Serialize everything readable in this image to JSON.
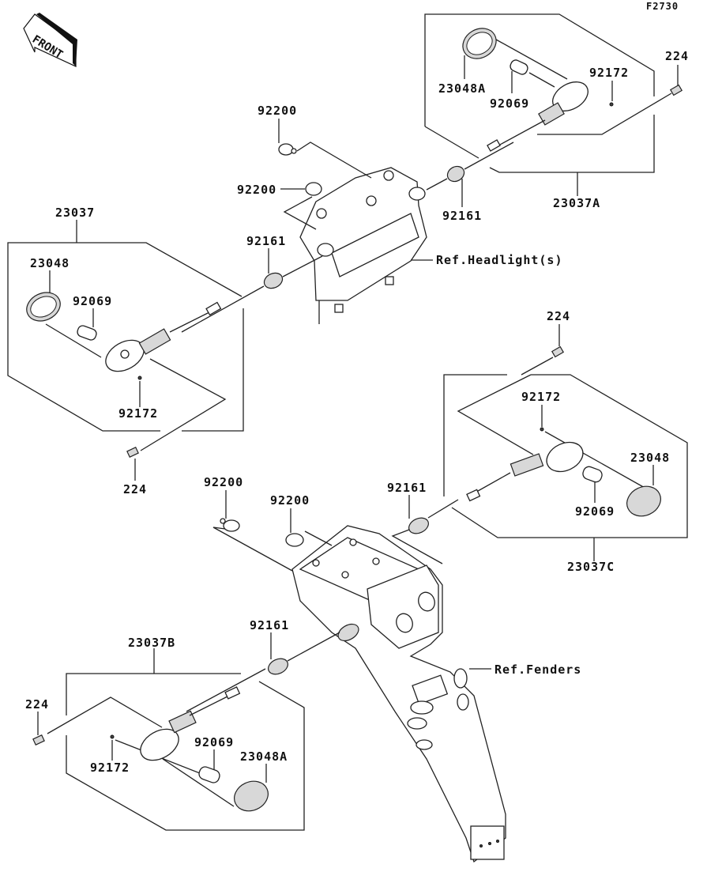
{
  "diagram": {
    "figure_code": "F2730",
    "front_label": "FRONT",
    "colors": {
      "line": "#222222",
      "background": "#ffffff",
      "part_shade": "#d8d8d8"
    },
    "groups": {
      "front_right": {
        "assembly": "23037A",
        "lens": "23048A",
        "bulb": "92069",
        "screw": "92172",
        "bolt": "224",
        "grommet": "92161"
      },
      "front_left": {
        "assembly": "23037",
        "lens": "23048",
        "bulb": "92069",
        "screw": "92172",
        "bolt": "224",
        "grommet": "92161"
      },
      "rear_right": {
        "assembly": "23037C",
        "lens": "23048",
        "bulb": "92069",
        "screw": "92172",
        "bolt": "224",
        "grommet": "92161"
      },
      "rear_left": {
        "assembly": "23037B",
        "lens": "23048A",
        "bulb": "92069",
        "screw": "92172",
        "bolt": "224",
        "grommet": "92161"
      }
    },
    "bracket_front": {
      "plate_upper": "92200",
      "plate_lower": "92200",
      "ref": "Ref.Headlight(s)"
    },
    "bracket_rear": {
      "plate_left": "92200",
      "plate_right": "92200",
      "ref": "Ref.Fenders"
    }
  }
}
